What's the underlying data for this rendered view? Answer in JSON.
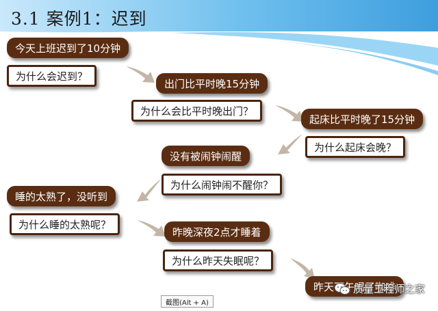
{
  "title": "3.1  案例1：迟到",
  "steps": [
    {
      "type": "statement",
      "text": "今天上班迟到了10分钟"
    },
    {
      "type": "question",
      "text": "为什么会迟到？"
    },
    {
      "type": "statement",
      "text": "出门比平时晚15分钟"
    },
    {
      "type": "question",
      "text": "为什么会比平时晚出门？"
    },
    {
      "type": "statement",
      "text": "起床比平时晚了15分钟"
    },
    {
      "type": "question",
      "text": "为什么起床会晚？"
    },
    {
      "type": "statement",
      "text": "没有被闹钟闹醒"
    },
    {
      "type": "question",
      "text": "为什么闹钟闹不醒你？"
    },
    {
      "type": "statement",
      "text": "睡的太熟了，没听到"
    },
    {
      "type": "question",
      "text": "为什么睡的太熟呢？"
    },
    {
      "type": "statement",
      "text": "昨晚深夜2点才睡着"
    },
    {
      "type": "question",
      "text": "为什么昨天失眠呢？"
    },
    {
      "type": "statement",
      "text": "昨天下午喝了咖啡"
    }
  ],
  "tooltip": "截图(Alt + A)",
  "watermark": {
    "text": "质量工程师之家",
    "icon": "wechat-icon"
  },
  "colors": {
    "statement_bg": "#5a2d12",
    "question_border": "#4a240c",
    "header_blue": "#5bb2e6"
  }
}
